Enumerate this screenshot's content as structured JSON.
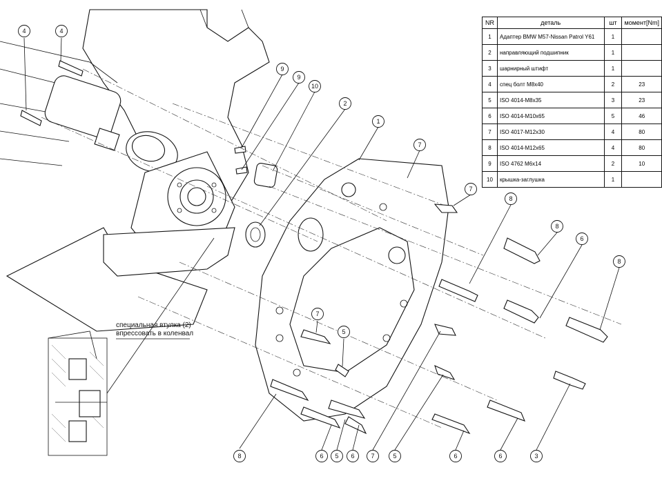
{
  "table": {
    "headers": {
      "nr": "NR",
      "part": "деталь",
      "qty": "шт",
      "torque": "момент[Nm]"
    },
    "rows": [
      {
        "nr": "1",
        "part": "Адаптер BMW M57-Nissan Patrol Y61",
        "qty": "1",
        "torque": ""
      },
      {
        "nr": "2",
        "part": "направляющий подшипник",
        "qty": "1",
        "torque": ""
      },
      {
        "nr": "3",
        "part": "шарнирный штифт",
        "qty": "1",
        "torque": ""
      },
      {
        "nr": "4",
        "part": "спец болт M8x40",
        "qty": "2",
        "torque": "23"
      },
      {
        "nr": "5",
        "part": "ISO 4014-M8x35",
        "qty": "3",
        "torque": "23"
      },
      {
        "nr": "6",
        "part": "ISO 4014-M10x65",
        "qty": "5",
        "torque": "46"
      },
      {
        "nr": "7",
        "part": "ISO 4017-M12x30",
        "qty": "4",
        "torque": "80"
      },
      {
        "nr": "8",
        "part": "ISO 4014-M12x65",
        "qty": "4",
        "torque": "80"
      },
      {
        "nr": "9",
        "part": "ISO 4762 M6x14",
        "qty": "2",
        "torque": "10"
      },
      {
        "nr": "10",
        "part": "крышка-заглушка",
        "qty": "1",
        "torque": ""
      }
    ]
  },
  "note": {
    "line1": "специальная втулка (2)",
    "line2": "впрессовать в коленвал"
  },
  "callouts": [
    {
      "label": "4"
    },
    {
      "label": "4"
    },
    {
      "label": "9"
    },
    {
      "label": "9"
    },
    {
      "label": "10"
    },
    {
      "label": "2"
    },
    {
      "label": "1"
    },
    {
      "label": "7"
    },
    {
      "label": "7"
    },
    {
      "label": "8"
    },
    {
      "label": "8"
    },
    {
      "label": "6"
    },
    {
      "label": "8"
    },
    {
      "label": "7"
    },
    {
      "label": "5"
    },
    {
      "label": "8"
    },
    {
      "label": "6"
    },
    {
      "label": "5"
    },
    {
      "label": "6"
    },
    {
      "label": "7"
    },
    {
      "label": "5"
    },
    {
      "label": "6"
    },
    {
      "label": "6"
    },
    {
      "label": "3"
    }
  ]
}
